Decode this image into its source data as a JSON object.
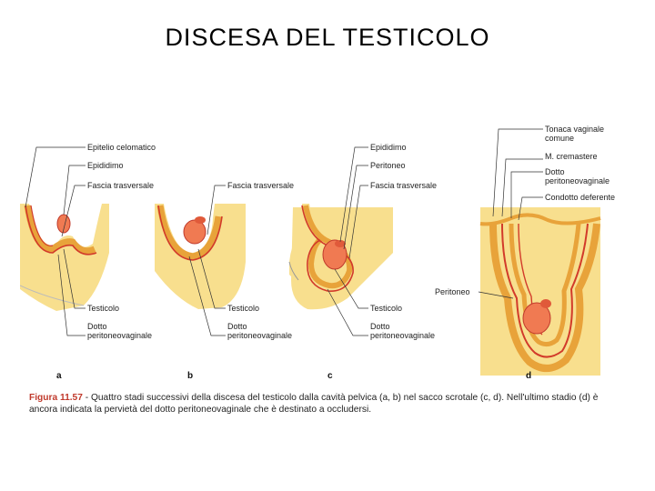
{
  "title": "DISCESA DEL TESTICOLO",
  "labels": {
    "a_epitelio": "Epitelio celomatico",
    "a_epididimo": "Epididimo",
    "a_fascia": "Fascia trasversale",
    "a_testicolo": "Testicolo",
    "a_dotto_1": "Dotto",
    "a_dotto_2": "peritoneovaginale",
    "b_fascia": "Fascia trasversale",
    "b_testicolo": "Testicolo",
    "b_dotto_1": "Dotto",
    "b_dotto_2": "peritoneovaginale",
    "c_epididimo": "Epididimo",
    "c_peritoneo": "Peritoneo",
    "c_fascia": "Fascia trasversale",
    "c_testicolo": "Testicolo",
    "c_dotto_1": "Dotto",
    "c_dotto_2": "peritoneovaginale",
    "d_tonaca_1": "Tonaca vaginale",
    "d_tonaca_2": "comune",
    "d_cremastere": "M. cremastere",
    "d_dotto_1": "Dotto",
    "d_dotto_2": "peritoneovaginale",
    "d_condotto": "Condotto deferente",
    "d_peritoneo": "Peritoneo"
  },
  "panels": [
    "a",
    "b",
    "c",
    "d"
  ],
  "caption": {
    "figure_ref": "Figura 11.57",
    "text": " -  Quattro stadi successivi della discesa del testicolo dalla cavità pelvica (a, b) nel sacco scrotale (c, d). Nell'ultimo stadio (d) è ancora indicata la pervietà del dotto peritoneovaginale che è destinato a occludersi."
  },
  "colors": {
    "tissue": "#f8df8e",
    "band": "#e8a33a",
    "membrane": "#d23a2a",
    "testis": "#f07a52",
    "background": "#ffffff"
  }
}
